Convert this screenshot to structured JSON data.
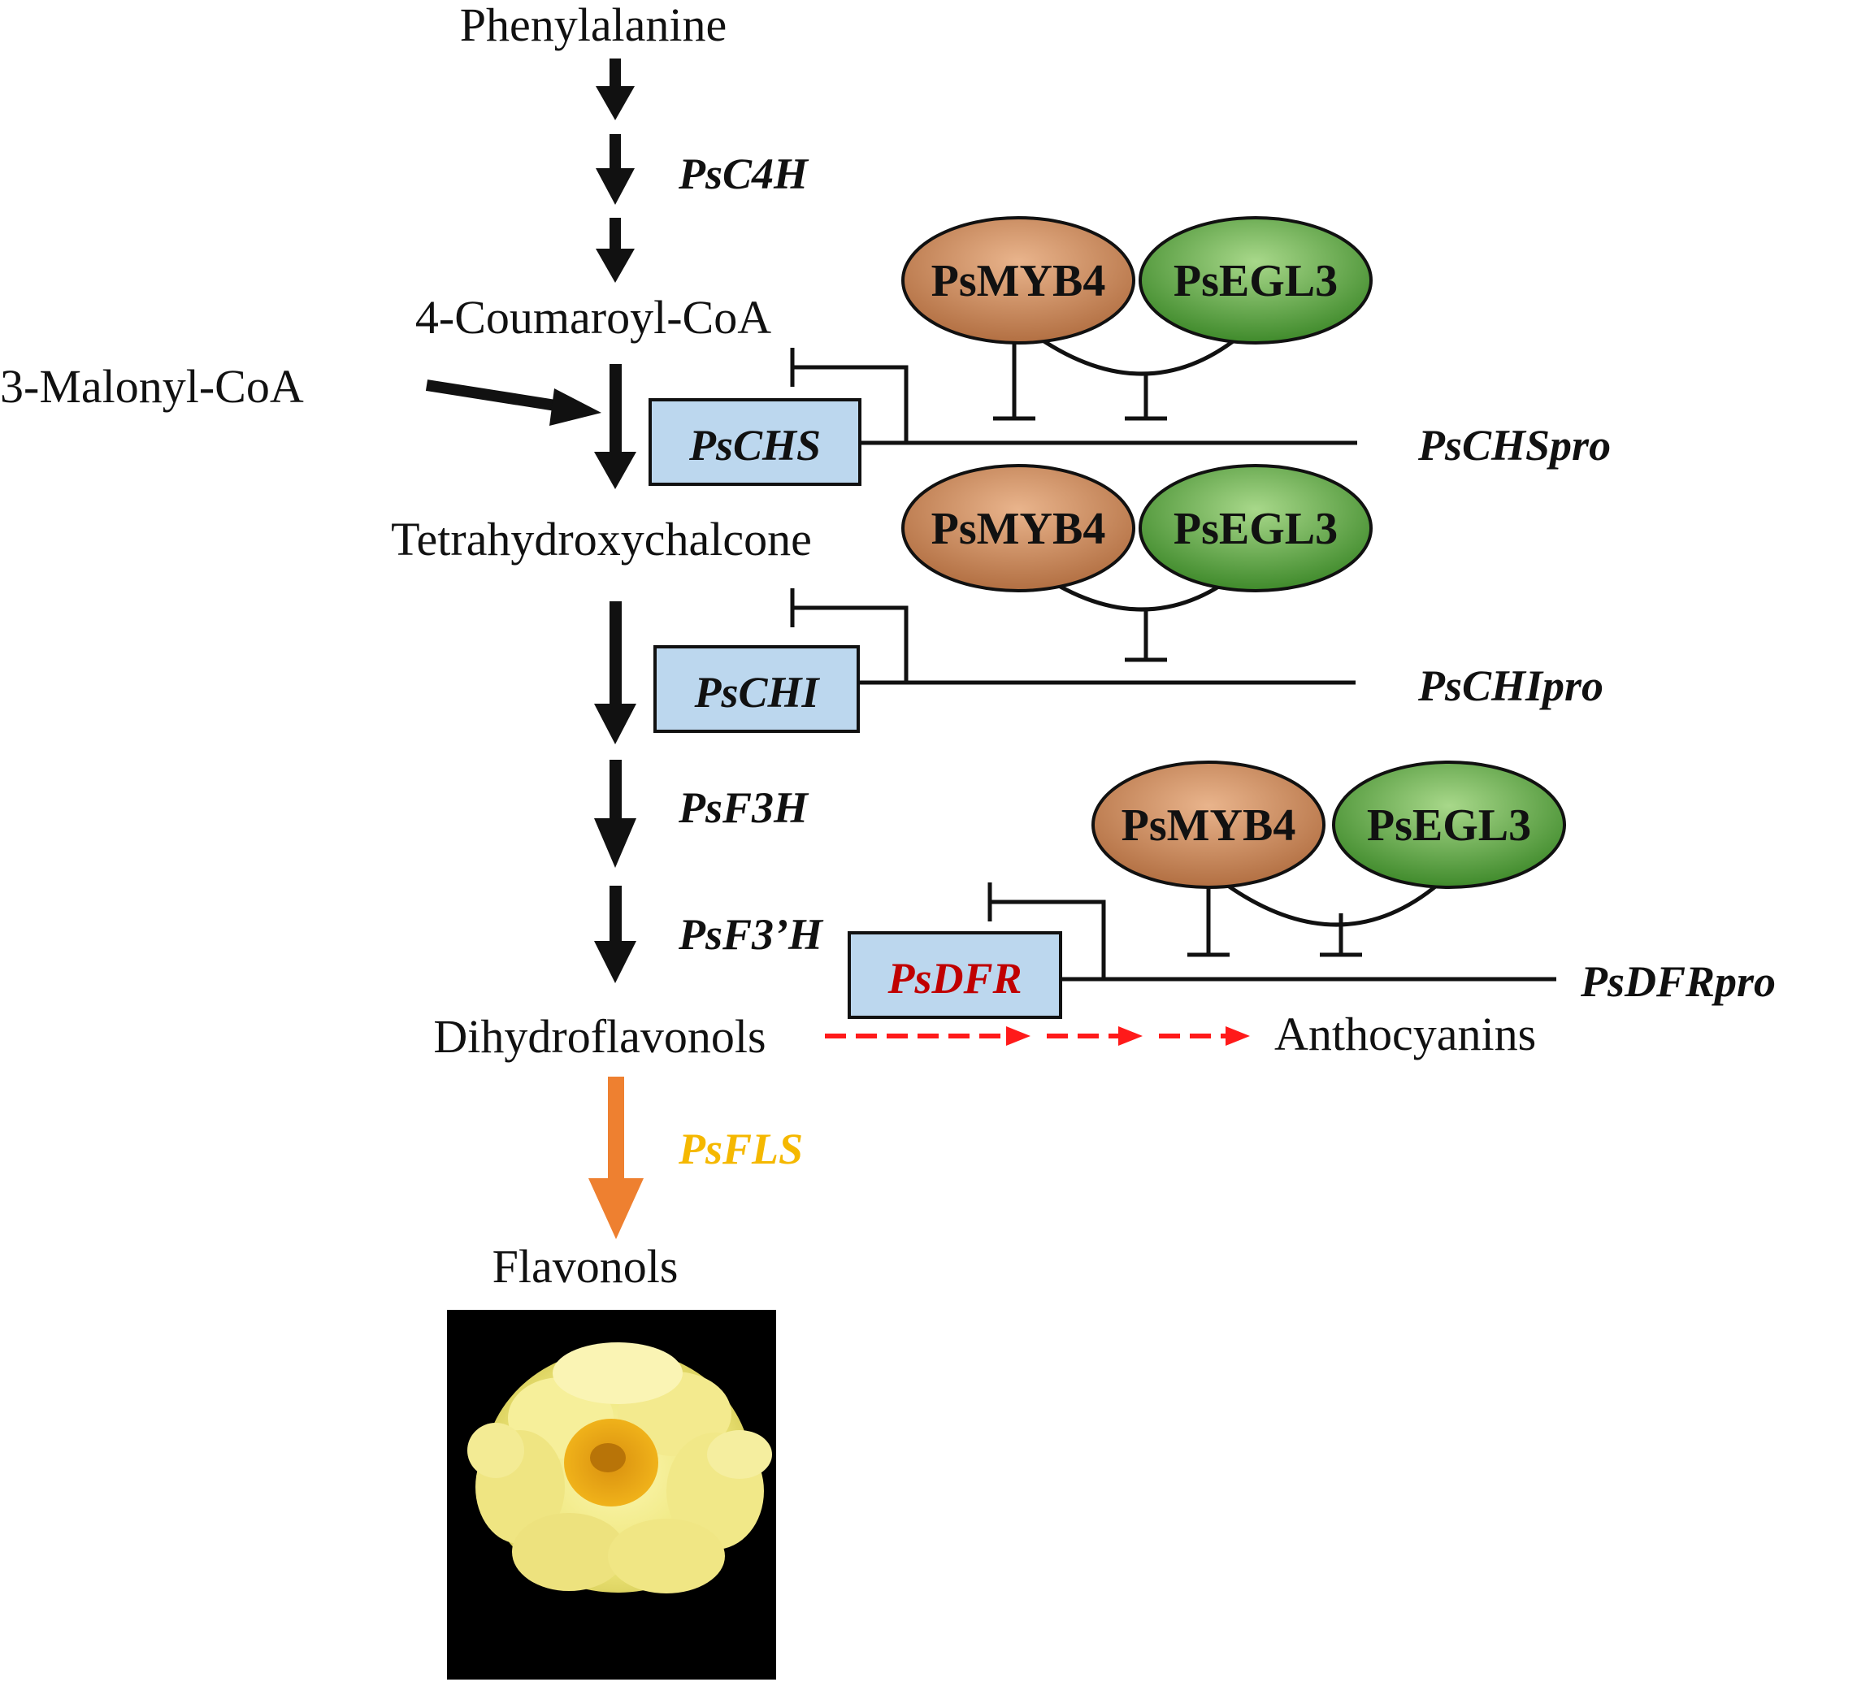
{
  "metabolites": {
    "phenylalanine": "Phenylalanine",
    "coumaroyl_coa": "4-Coumaroyl-CoA",
    "malonyl_coa": "3-Malonyl-CoA",
    "tetrahydroxychalcone": "Tetrahydroxychalcone",
    "dihydroflavonols": "Dihydroflavonols",
    "anthocyanins": "Anthocyanins",
    "flavonols": "Flavonols"
  },
  "genes": {
    "c4h": "PsC4H",
    "chs": "PsCHS",
    "chi": "PsCHI",
    "f3h": "PsF3H",
    "f3ph": "PsF3’H",
    "dfr": "PsDFR",
    "fls": "PsFLS"
  },
  "promoters": {
    "chs": "PsCHSpro",
    "chi": "PsCHIpro",
    "dfr": "PsDFRpro"
  },
  "transcription_factors": {
    "myb": "PsMYB4",
    "egl": "PsEGL3"
  },
  "colors": {
    "myb_fill": "#c8875a",
    "egl_fill": "#5ea13e",
    "gene_box_fill": "#bcd7ee",
    "dfr_text": "#c00000",
    "fls_text": "#f5b800",
    "fls_arrow": "#ee8030",
    "dashed_arrow": "#ff1a1a"
  },
  "photo": {
    "subject": "yellow tree peony flower on black background"
  }
}
